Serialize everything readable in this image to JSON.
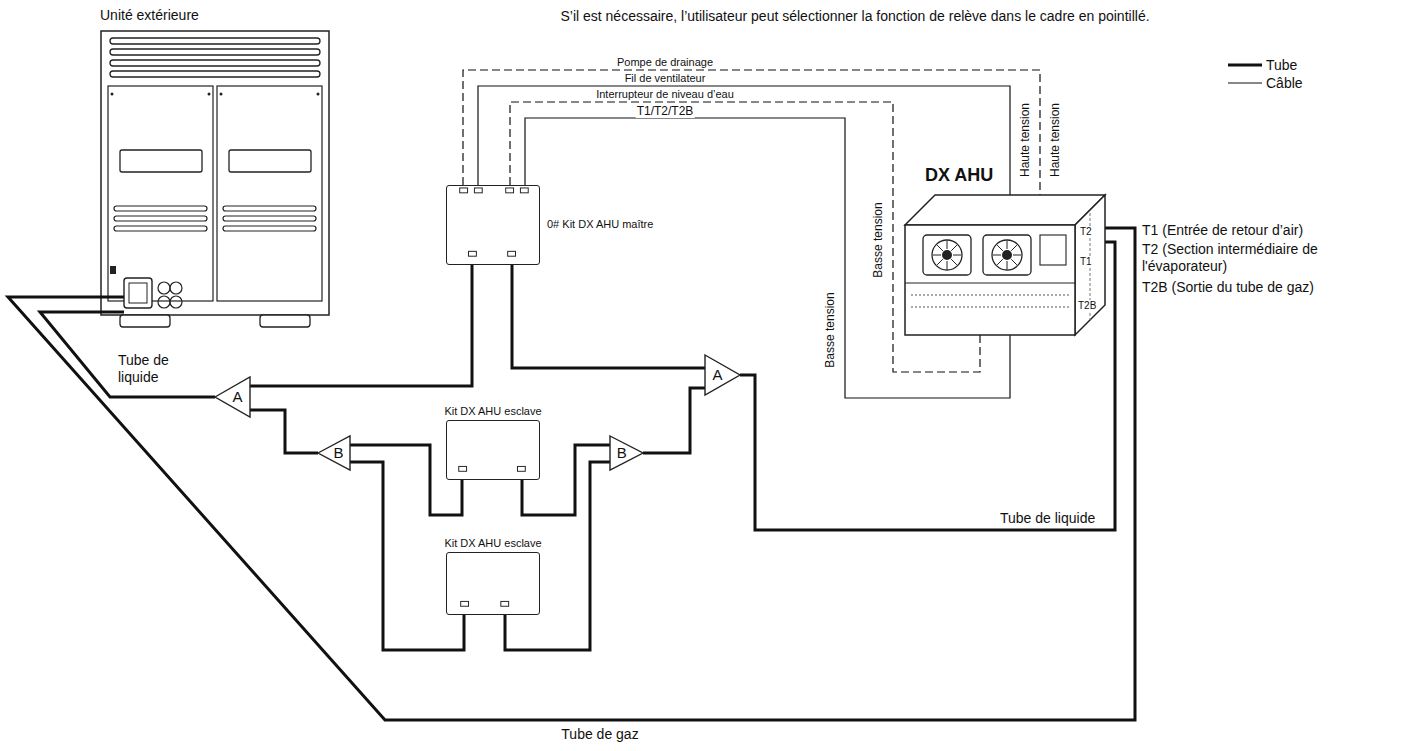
{
  "diagram": {
    "nodes": [
      {
        "text": [
          "Unité extérieure"
        ]
      },
      {
        "text": [
          "0# Kit DX AHU maître"
        ]
      },
      {
        "text": [
          "A"
        ]
      },
      {
        "text": [
          "A"
        ]
      },
      {
        "text": [
          "Kit DX AHU esclave"
        ]
      },
      {
        "text": [
          "B"
        ]
      },
      {
        "text": [
          "B"
        ]
      },
      {
        "text": [
          "Kit DX AHU esclave"
        ]
      },
      {
        "text": [
          "DX AHU"
        ]
      }
    ],
    "edges": [
      {
        "from": 0,
        "to": 2,
        "arrow": "none"
      },
      {
        "from": 2,
        "to": 1,
        "arrow": "none"
      },
      {
        "from": 2,
        "to": 5,
        "arrow": "none"
      },
      {
        "from": 5,
        "to": 4,
        "arrow": "none"
      },
      {
        "from": 5,
        "to": 7,
        "arrow": "none"
      },
      {
        "from": 1,
        "to": 3,
        "arrow": "none"
      },
      {
        "from": 4,
        "to": 6,
        "arrow": "none"
      },
      {
        "from": 7,
        "to": 6,
        "arrow": "none"
      },
      {
        "from": 6,
        "to": 3,
        "arrow": "none"
      },
      {
        "from": 3,
        "to": 8,
        "arrow": "none"
      },
      {
        "from": 0,
        "to": 8,
        "arrow": "none"
      },
      {
        "from": 1,
        "to": 8,
        "arrow": "none"
      },
      {
        "from": 1,
        "to": 8,
        "arrow": "none"
      },
      {
        "from": 1,
        "to": 8,
        "arrow": "none"
      },
      {
        "from": 1,
        "to": 8,
        "arrow": "none"
      }
    ],
    "labels": [
      "S’il est nécessaire, l’utilisateur peut sélectionner la fonction de relève dans le cadre en pointillé.",
      "Tube de liquide",
      "Pompe de drainage",
      "Fil de ventilateur",
      "Interrupteur de niveau d’eau",
      "T1/T2/T2B",
      "Basse tension",
      "Basse tension",
      "Haute tension",
      "Haute tension",
      "T2",
      "T1",
      "T2B",
      "Tube de liquide",
      "T1 (Entrée de retour d’air)",
      "T2 (Section intermédiaire de l'évaporateur)",
      "T2B (Sortie du tube de gaz)",
      "Tube de gaz"
    ],
    "legend": [
      {
        "text": "Tube"
      },
      {
        "text": "Câble"
      }
    ]
  }
}
